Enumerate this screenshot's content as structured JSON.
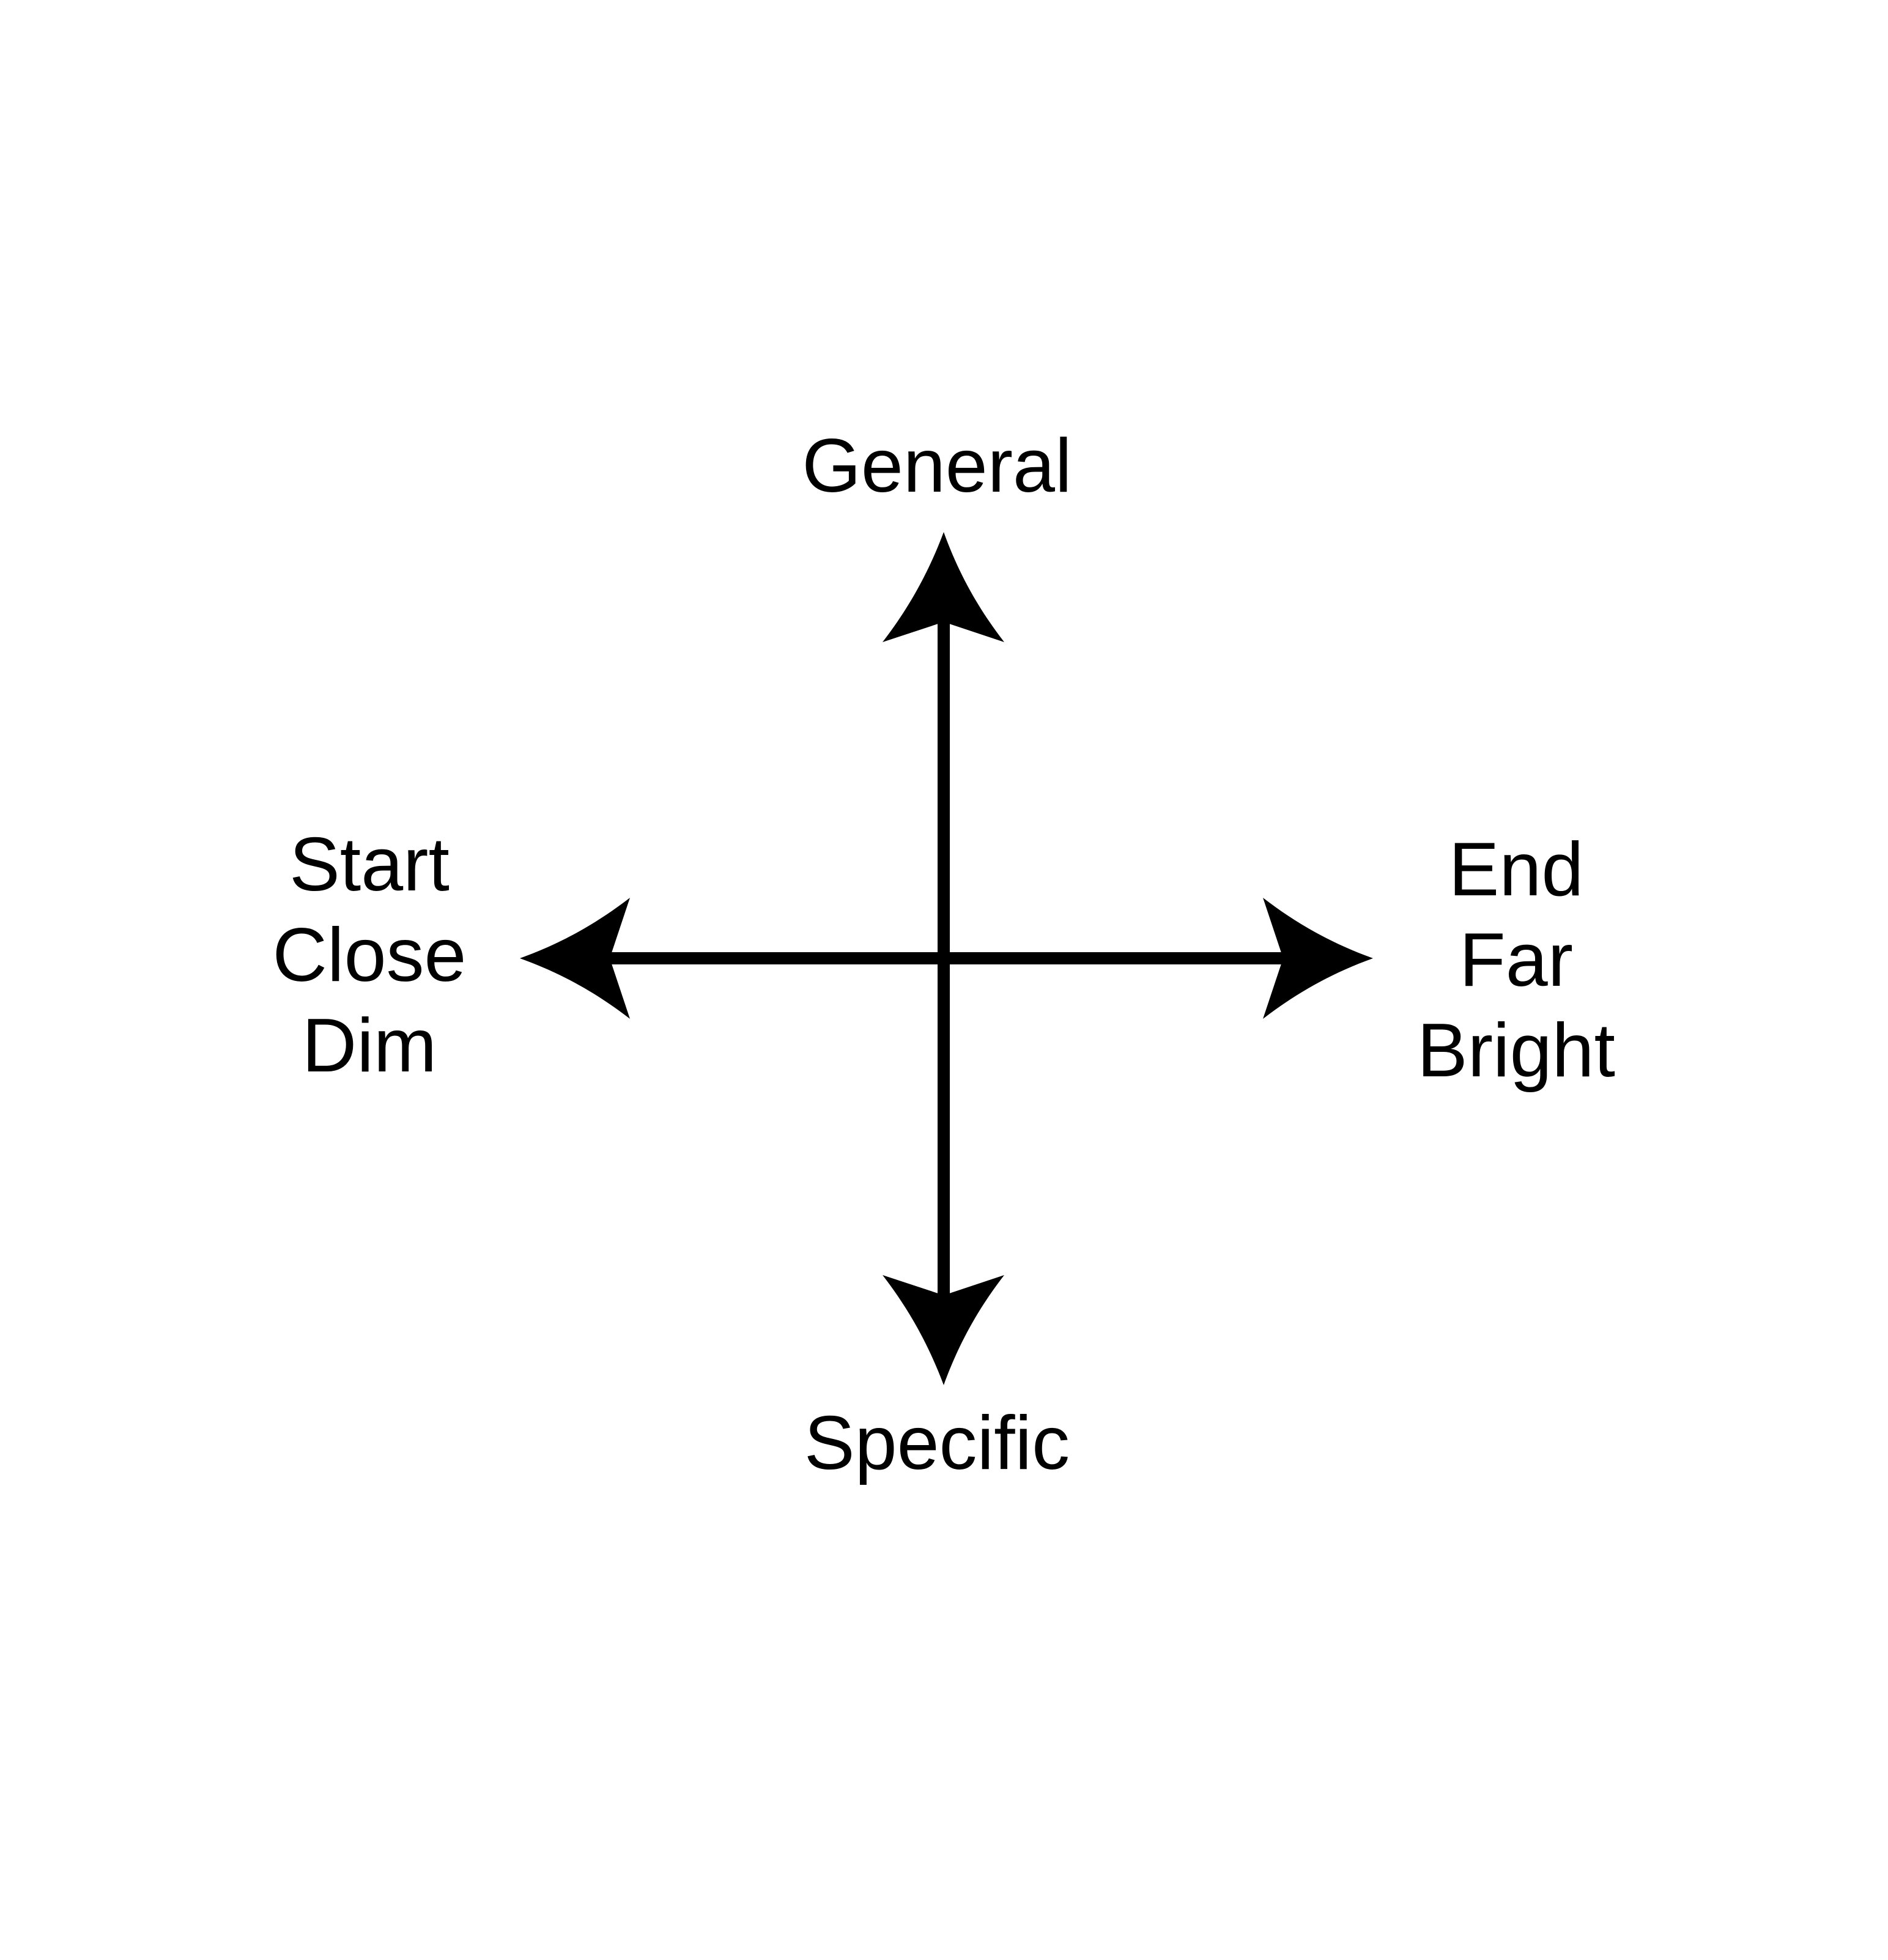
{
  "diagram": {
    "top_label": "General",
    "bottom_label": "Specific",
    "left_labels": [
      "Start",
      "Close",
      "Dim"
    ],
    "right_labels": [
      "End",
      "Far",
      "Bright"
    ],
    "colors": {
      "background": "#ffffff",
      "ink": "#000000"
    }
  }
}
